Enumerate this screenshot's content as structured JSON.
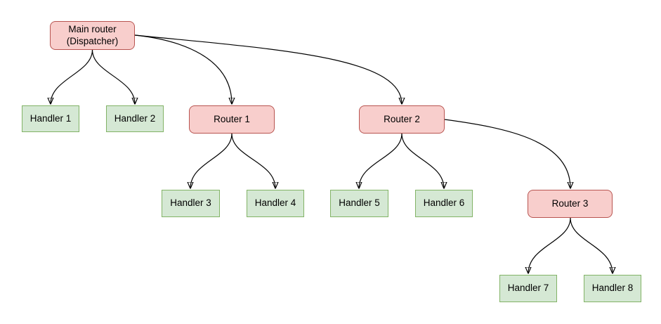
{
  "diagram": {
    "type": "tree",
    "nodes": {
      "main": {
        "label": "Main router\n(Dispatcher)",
        "type": "router"
      },
      "router1": {
        "label": "Router 1",
        "type": "router"
      },
      "router2": {
        "label": "Router 2",
        "type": "router"
      },
      "router3": {
        "label": "Router 3",
        "type": "router"
      },
      "handler1": {
        "label": "Handler 1",
        "type": "handler"
      },
      "handler2": {
        "label": "Handler 2",
        "type": "handler"
      },
      "handler3": {
        "label": "Handler 3",
        "type": "handler"
      },
      "handler4": {
        "label": "Handler 4",
        "type": "handler"
      },
      "handler5": {
        "label": "Handler 5",
        "type": "handler"
      },
      "handler6": {
        "label": "Handler 6",
        "type": "handler"
      },
      "handler7": {
        "label": "Handler 7",
        "type": "handler"
      },
      "handler8": {
        "label": "Handler 8",
        "type": "handler"
      }
    },
    "edges": [
      {
        "from": "main",
        "to": "handler1"
      },
      {
        "from": "main",
        "to": "handler2"
      },
      {
        "from": "main",
        "to": "router1"
      },
      {
        "from": "main",
        "to": "router2"
      },
      {
        "from": "router1",
        "to": "handler3"
      },
      {
        "from": "router1",
        "to": "handler4"
      },
      {
        "from": "router2",
        "to": "handler5"
      },
      {
        "from": "router2",
        "to": "handler6"
      },
      {
        "from": "router2",
        "to": "router3"
      },
      {
        "from": "router3",
        "to": "handler7"
      },
      {
        "from": "router3",
        "to": "handler8"
      }
    ],
    "colors": {
      "router_fill": "#f8cecc",
      "router_border": "#b85450",
      "handler_fill": "#d5e8d4",
      "handler_border": "#82b366",
      "edge": "#000000",
      "background": "#ffffff"
    }
  }
}
